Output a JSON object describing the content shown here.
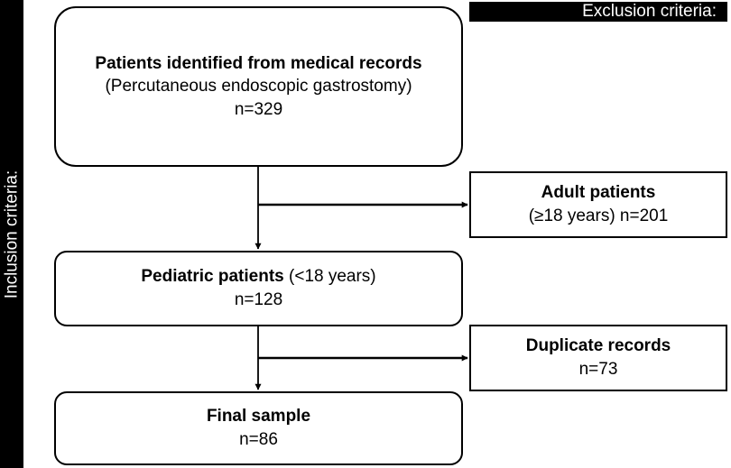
{
  "inclusion_label": "Inclusion criteria:",
  "exclusion_label": "Exclusion criteria:",
  "nodes": {
    "identified": {
      "title": "Patients identified from medical records",
      "subtitle": "(Percutaneous endoscopic gastrostomy)",
      "count": "n=329"
    },
    "pediatric": {
      "title": "Pediatric patients",
      "qualifier": "(<18 years)",
      "count": "n=128"
    },
    "final": {
      "title": "Final sample",
      "count": "n=86"
    },
    "adult": {
      "title": "Adult patients",
      "detail": "(≥18 years) n=201"
    },
    "duplicate": {
      "title": "Duplicate records",
      "count": "n=73"
    }
  },
  "colors": {
    "stroke": "#000000",
    "header_bg": "#000000",
    "header_text": "#ffffff",
    "box_bg": "#ffffff"
  }
}
